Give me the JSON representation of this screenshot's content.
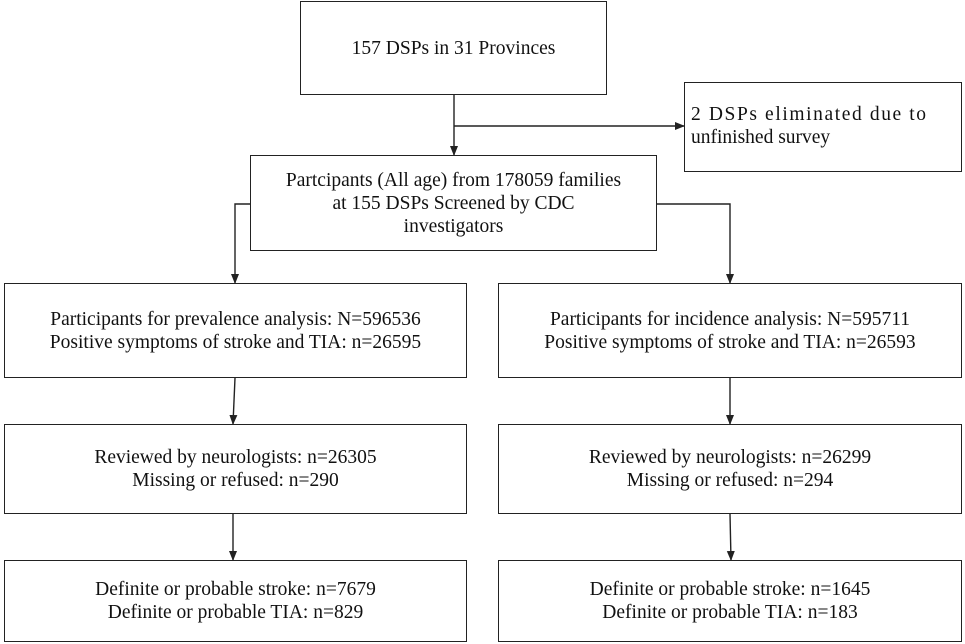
{
  "boxes": {
    "top": {
      "lines": [
        "157 DSPs in  31 Provinces"
      ]
    },
    "excluded": {
      "lines": [
        "2 DSPs eliminated due to",
        "unfinished survey"
      ]
    },
    "screened": {
      "lines": [
        "Partcipants (All age) from 178059 families",
        "at 155 DSPs Screened by CDC",
        "investigators"
      ]
    },
    "prevalence": {
      "lines": [
        "Participants for prevalence analysis: N=596536",
        "Positive symptoms of stroke and TIA:  n=26595"
      ]
    },
    "incidence": {
      "lines": [
        "Participants for incidence analysis: N=595711",
        "Positive symptoms of stroke and TIA: n=26593"
      ]
    },
    "prev_review": {
      "lines": [
        "Reviewed by neurologists: n=26305",
        "Missing or refused: n=290"
      ]
    },
    "inc_review": {
      "lines": [
        "Reviewed by neurologists: n=26299",
        "Missing or refused: n=294"
      ]
    },
    "prev_result": {
      "lines": [
        "Definite or probable stroke: n=7679",
        "Definite or probable TIA: n=829"
      ]
    },
    "inc_result": {
      "lines": [
        "Definite or probable stroke: n=1645",
        "Definite or probable TIA: n=183"
      ]
    }
  }
}
